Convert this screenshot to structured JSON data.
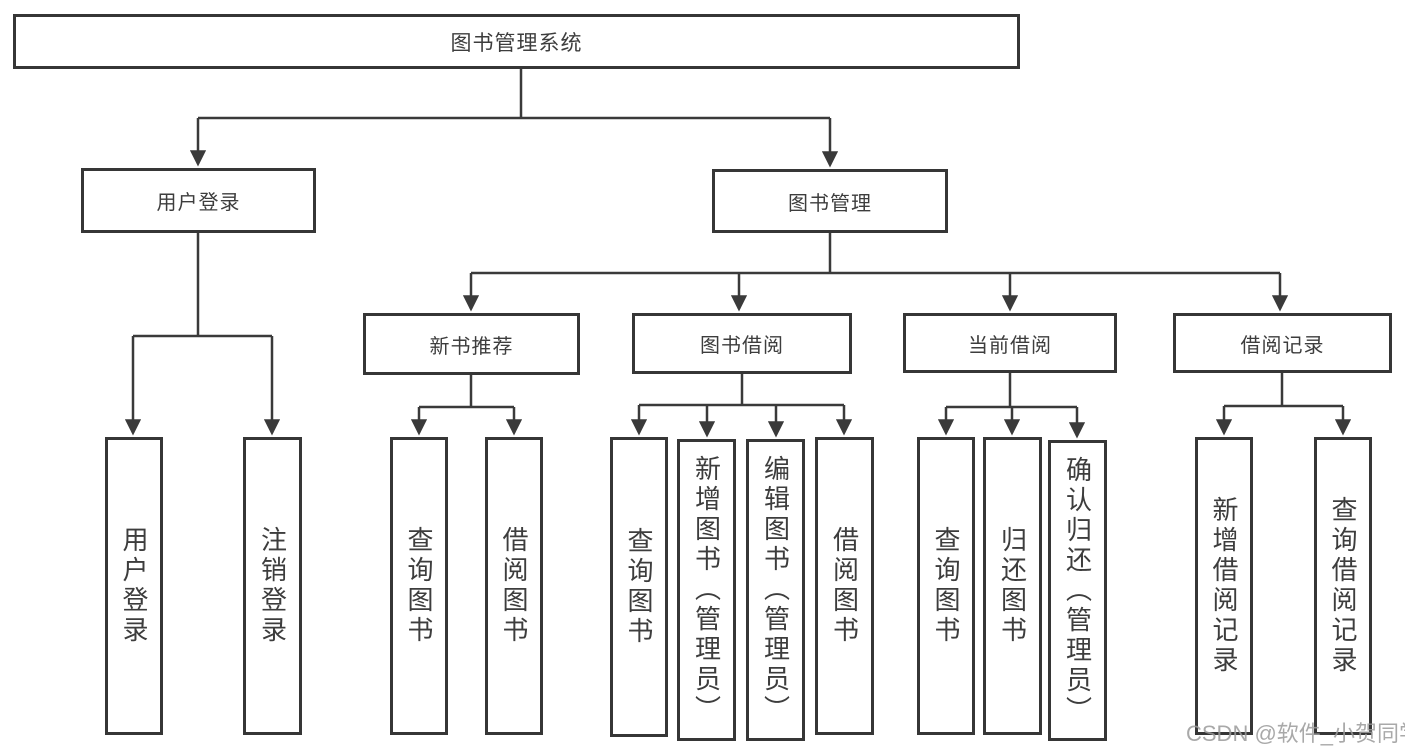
{
  "diagram": {
    "title": "图书管理系统",
    "nodes": {
      "root": "图书管理系统",
      "login": "用户登录",
      "mgmt": "图书管理",
      "recommend": "新书推荐",
      "borrow": "图书借阅",
      "current": "当前借阅",
      "records": "借阅记录",
      "leaf_login": "用户登录",
      "leaf_logout": "注销登录",
      "leaf_rec_query": "查询图书",
      "leaf_rec_borrow": "借阅图书",
      "leaf_bor_query": "查询图书",
      "leaf_bor_add": "新增图书（管理员）",
      "leaf_bor_edit": "编辑图书（管理员）",
      "leaf_bor_borrow": "借阅图书",
      "leaf_cur_query": "查询图书",
      "leaf_cur_return": "归还图书",
      "leaf_cur_confirm": "确认归还（管理员）",
      "leaf_recd_add": "新增借阅记录",
      "leaf_recd_query": "查询借阅记录"
    },
    "tree": {
      "图书管理系统": {
        "用户登录": [
          "用户登录",
          "注销登录"
        ],
        "图书管理": {
          "新书推荐": [
            "查询图书",
            "借阅图书"
          ],
          "图书借阅": [
            "查询图书",
            "新增图书（管理员）",
            "编辑图书（管理员）",
            "借阅图书"
          ],
          "当前借阅": [
            "查询图书",
            "归还图书",
            "确认归还（管理员）"
          ],
          "借阅记录": [
            "新增借阅记录",
            "查询借阅记录"
          ]
        }
      }
    },
    "watermark": "CSDN @软件_小贺同学",
    "colors": {
      "line": "#3a3a3a",
      "box_border": "#363636",
      "text": "#3d3d3d",
      "watermark": "#9b9b9b",
      "background": "#ffffff"
    }
  }
}
